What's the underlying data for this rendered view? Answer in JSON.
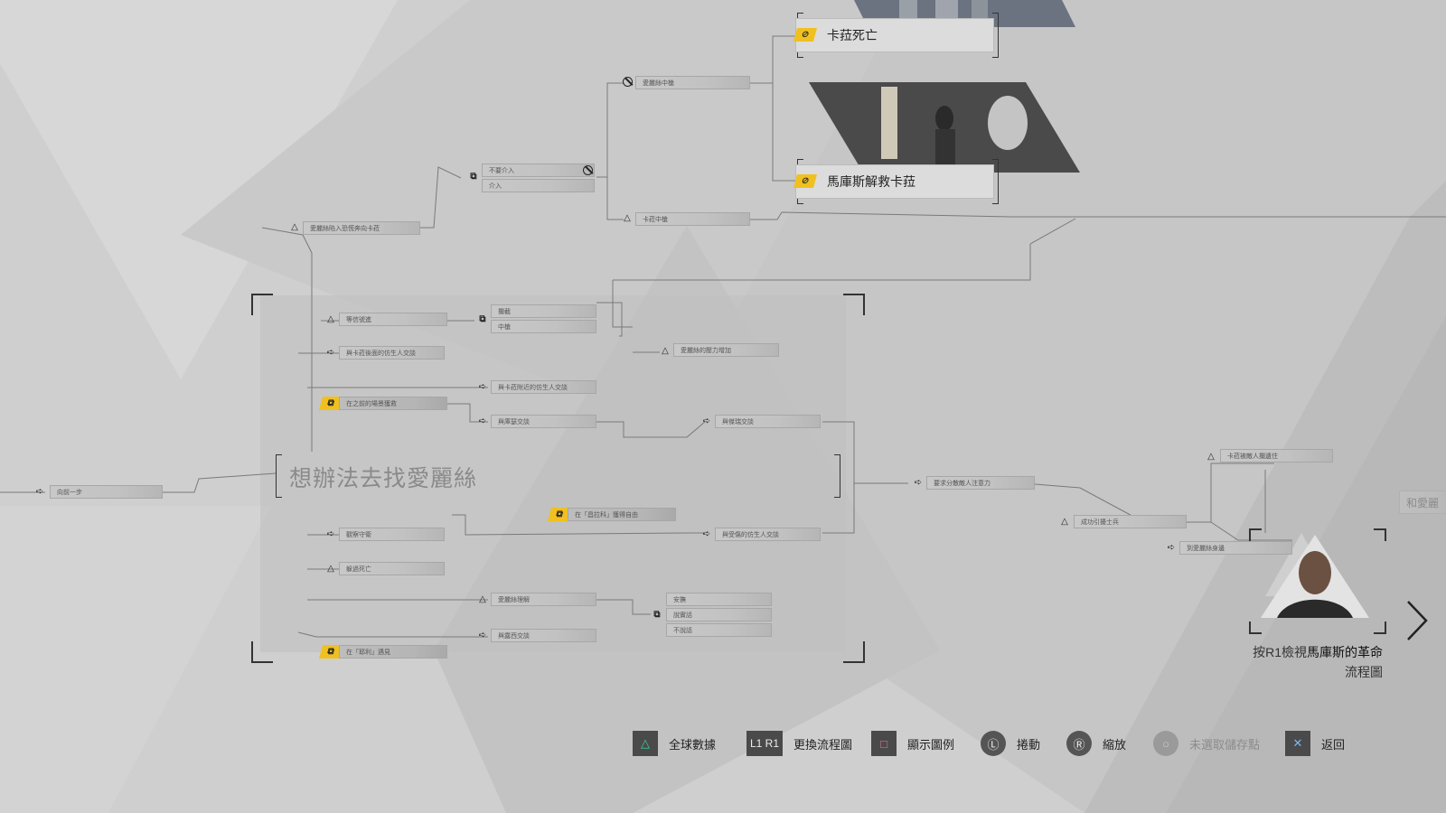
{
  "chapter": {
    "title": "想辦法去找愛麗絲",
    "start_node": "向前一步"
  },
  "top_nodes": {
    "alice_panic": "愛麗絲陷入恐慌奔向卡菈",
    "no_intervene": "不要介入",
    "intervene": "介入",
    "alice_hit": "愛麗絲中槍",
    "kara_hit": "卡菈中槍",
    "kara_dead": "卡菈死亡",
    "markus_saves_kara": "馬庫斯解救卡菈"
  },
  "middle_nodes": {
    "wait_report": "等信號進",
    "talk_kara_android": "與卡菈後面的仿生人交談",
    "fight": "攔截",
    "stop": "中槍",
    "alice_stress_up": "愛麗絲的壓力增加",
    "talk_kara_next": "與卡菈附近的仿生人交談",
    "previous_scene": "在之前的場景獲救",
    "talk_guard": "與庫瑟交談",
    "talk_josh": "與傑瑞交談",
    "freedom_scene": "在「昌拉科」獲得自由",
    "observe_guard": "觀察守衛",
    "avoid_death": "躲過死亡",
    "talk_injured": "與受傷的仿生人交談",
    "alice_understand": "愛麗絲理解",
    "safe": "安撫",
    "tell_truth": "說實話",
    "dont_say": "不說話",
    "talk_lucy": "與露西交談",
    "meet_jericho": "在「耶利」遇見"
  },
  "right_nodes": {
    "distract": "要求分散敵人注意力",
    "kara_captured": "卡菈被敵人攔遺住",
    "soldier_success": "成功引擾士兵",
    "to_alice": "到愛麗絲身邊",
    "ghost_text": "和愛麗"
  },
  "side_prompt": {
    "prefix": "按R1檢視",
    "name": "馬庫斯的革命",
    "suffix": "流程圖"
  },
  "footer": {
    "global_stats": "全球數據",
    "change_flowchart": "更換流程圖",
    "show_legend": "顯示圖例",
    "move": "捲動",
    "zoom": "縮放",
    "unselected_save": "未選取儲存點",
    "back": "返回",
    "l1r1_label": "L1 R1"
  },
  "icons": {
    "triangle": "triangle-icon",
    "arrow": "arrow-right-icon",
    "square": "square-icon",
    "circle_l": "stick-L-icon",
    "circle_r": "stick-R-icon",
    "cross": "cross-icon",
    "ban": "ban-icon",
    "chevron": "chevron-right-icon"
  },
  "colors": {
    "accent_yellow": "#f0c020",
    "background": "#cfcfcf"
  }
}
